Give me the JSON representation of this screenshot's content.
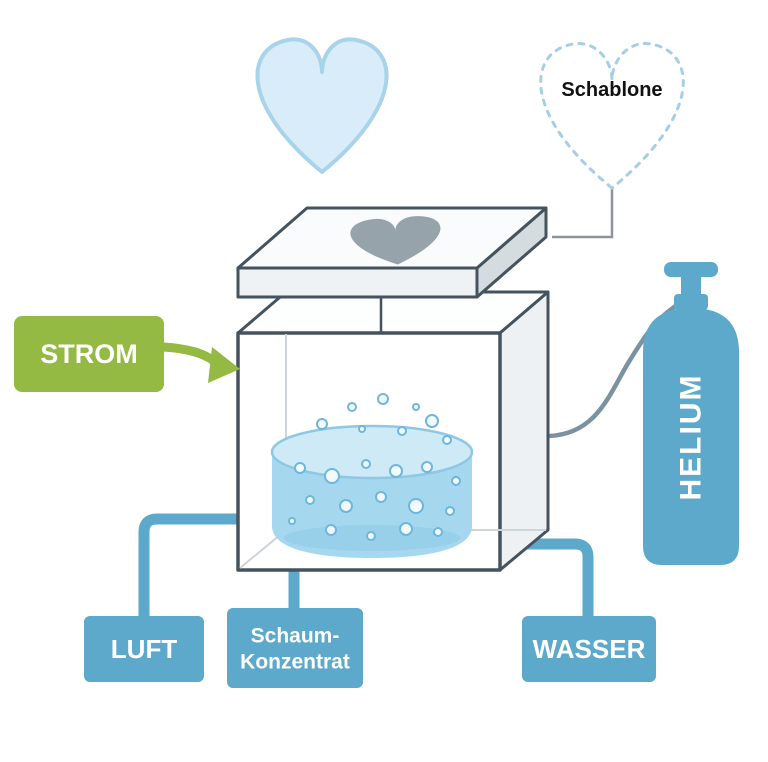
{
  "labels": {
    "schablone": "Schablone",
    "strom": "STROM",
    "helium": "HELIUM",
    "luft": "LUFT",
    "schaum_line1": "Schaum-",
    "schaum_line2": "Konzentrat",
    "wasser": "WASSER"
  },
  "colors": {
    "blue": "#5da9cc",
    "green": "#95ba43",
    "heart_fill": "#d8edf9",
    "heart_outline": "#a9d3ea",
    "stencil_stroke": "#a6cfe4",
    "tank_outline": "#45535e",
    "liquid": "#a5d7ef",
    "liquid_surface": "#cfeaf7",
    "liquid_shadow": "#8ecae6",
    "lid_heart_gray": "#97a3aa",
    "connector_gray": "#8a959c",
    "tube_gray": "#7b93a0",
    "text_white": "#ffffff",
    "text_black": "#111111"
  },
  "icons": {
    "foam_heart": "heart-icon",
    "stencil_heart": "dashed-heart-icon",
    "lid_heart_cutout": "heart-cutout-icon"
  }
}
